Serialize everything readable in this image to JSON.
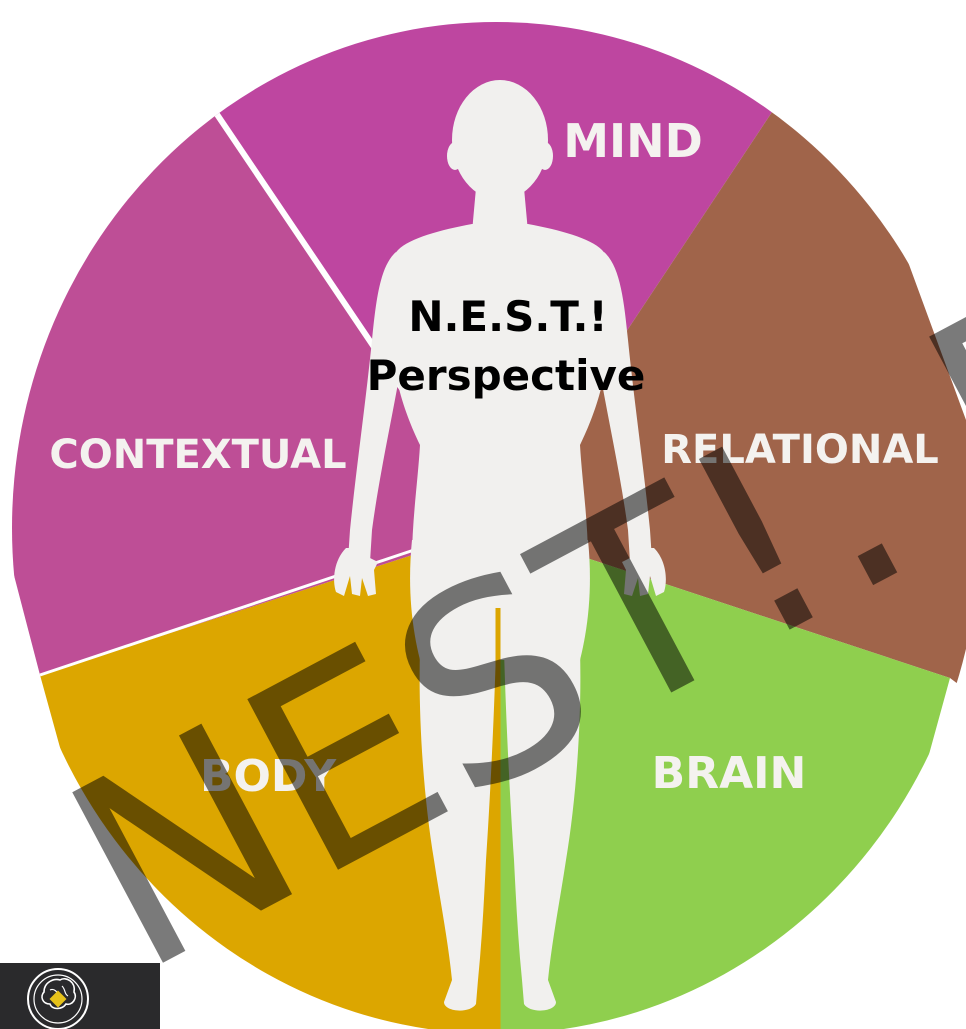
{
  "diagram": {
    "center_title_line1": "N.E.S.T.!",
    "center_title_line2": "Perspective",
    "segments": [
      {
        "key": "mind",
        "label": "MIND",
        "color": "#be46a0"
      },
      {
        "key": "relational",
        "label": "RELATIONAL",
        "color": "#a0644a"
      },
      {
        "key": "brain",
        "label": "BRAIN",
        "color": "#8fcf4e"
      },
      {
        "key": "body",
        "label": "BODY",
        "color": "#dca600"
      },
      {
        "key": "contextual",
        "label": "CONTEXTUAL",
        "color": "#be4e96"
      }
    ],
    "figure_color": "#f1f0ee",
    "divider_color": "#ffffff"
  },
  "watermark": {
    "text": "NEST!. Pe"
  },
  "logo": {
    "icon": "brain-head-logo-icon",
    "background": "#2a2a2c"
  }
}
